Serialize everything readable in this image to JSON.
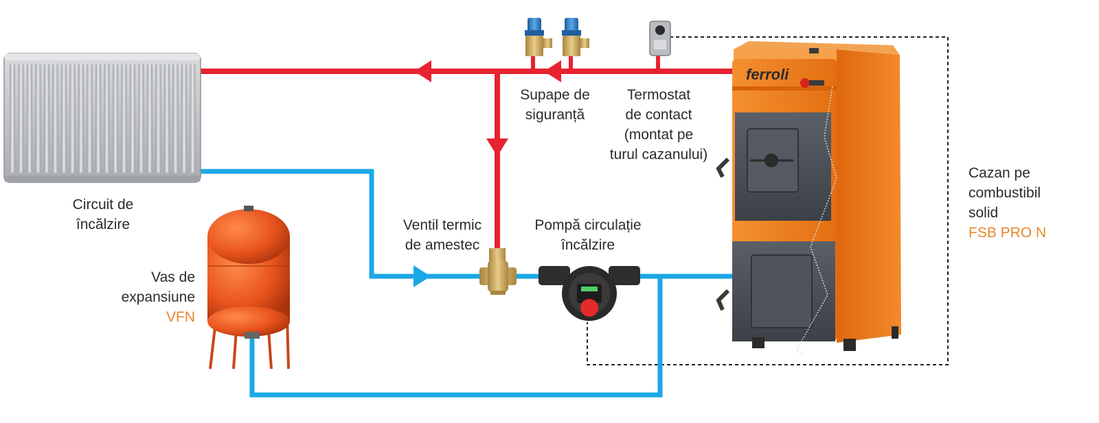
{
  "colors": {
    "hot_pipe": "#e82230",
    "cold_pipe": "#1aa8e6",
    "control_wire": "#222222",
    "boiler_body": "#ef7d22",
    "boiler_doors": "#4a4f57",
    "expansion_vessel": "#e8541d",
    "brass": "#c9a45a",
    "valve_cap": "#2f7fc4",
    "radiator": "#c7c9cc",
    "label_text": "#2b2b2b",
    "accent_text": "#e8872a"
  },
  "labels": {
    "heating_circuit": [
      "Circuit de",
      "încălzire"
    ],
    "safety_valves": [
      "Supape de",
      "siguranță"
    ],
    "contact_thermostat": [
      "Termostat",
      "de contact",
      "(montat pe",
      "turul cazanului)"
    ],
    "mixing_valve": [
      "Ventil termic",
      "de amestec"
    ],
    "circulation_pump": [
      "Pompă circulație",
      "încălzire"
    ],
    "expansion_vessel": [
      "Vas de",
      "expansiune"
    ],
    "expansion_vessel_model": "VFN",
    "boiler": [
      "Cazan pe",
      "combustibil",
      "solid"
    ],
    "boiler_model": "FSB PRO N"
  },
  "brand": {
    "logo_text": "ferroli"
  },
  "icons": {
    "radiator": "radiator-icon",
    "expansion_vessel": "expansion-vessel-icon",
    "safety_valve": "safety-valve-icon",
    "thermostat": "thermostat-icon",
    "mixing_valve": "mixing-valve-icon",
    "pump": "circulation-pump-icon",
    "boiler": "solid-fuel-boiler-icon",
    "flow_arrow": "flow-arrow-icon"
  }
}
